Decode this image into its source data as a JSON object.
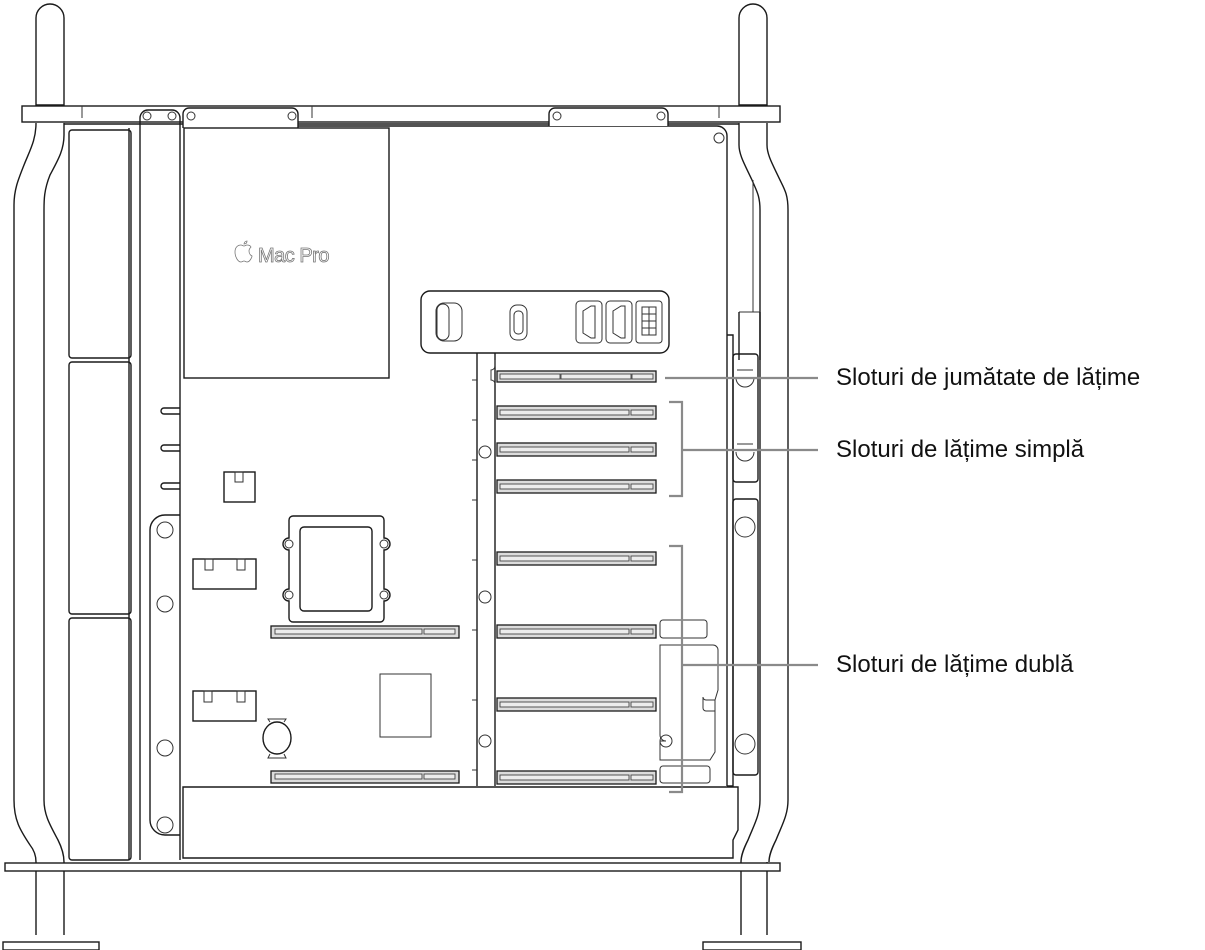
{
  "diagram": {
    "subject": "Mac Pro internal view (side panel removed)",
    "logo_text": "Mac Pro",
    "logo_icon": "apple-logo-icon",
    "colors": {
      "line": "#1a1a1a",
      "callout": "#8a8a8a",
      "slot_fill": "#dcdcdc",
      "background": "#ffffff"
    }
  },
  "callouts": [
    {
      "id": "half-width",
      "label": "Sloturi de jumătate de lățime",
      "slot_count": 1
    },
    {
      "id": "single-width",
      "label": "Sloturi de lățime simplă",
      "slot_count": 3
    },
    {
      "id": "double-width",
      "label": "Sloturi de lățime dublă",
      "slot_count": 4
    }
  ],
  "io_card_ports": [
    {
      "name": "usb-a-port-icon"
    },
    {
      "name": "usb-c-port-icon"
    },
    {
      "name": "hdmi-port-icon"
    },
    {
      "name": "hdmi-port-icon"
    },
    {
      "name": "power-connector-icon"
    }
  ]
}
